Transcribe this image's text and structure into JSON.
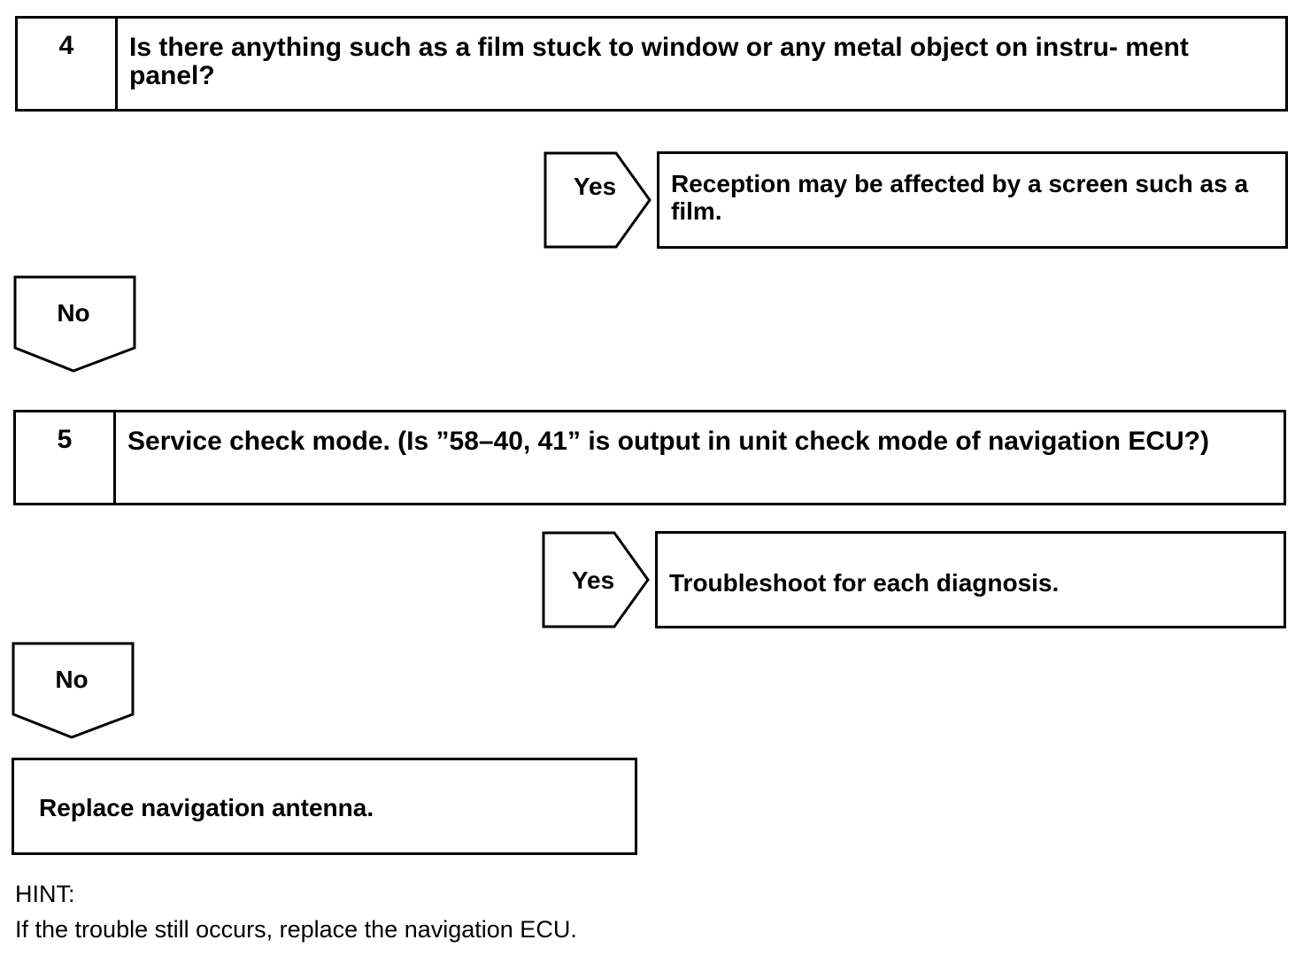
{
  "steps": [
    {
      "number": "4",
      "question": "Is there anything such as a film stuck to window or any metal object on instru- ment panel?",
      "yes_label": "Yes",
      "yes_result": "Reception may be affected by a screen such as a film.",
      "no_label": "No"
    },
    {
      "number": "5",
      "question": "Service check mode. (Is ”58–40, 41” is output in unit check mode of navigation ECU?)",
      "yes_label": "Yes",
      "yes_result": "Troubleshoot for each diagnosis.",
      "no_label": "No"
    }
  ],
  "final_action": "Replace navigation antenna.",
  "hint": {
    "title": "HINT:",
    "text": "If the trouble still occurs, replace the navigation ECU."
  }
}
